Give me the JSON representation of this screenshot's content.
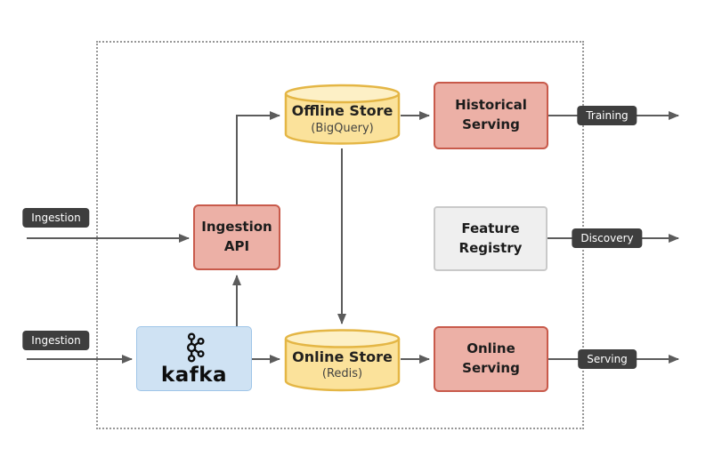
{
  "diagram": {
    "type": "feature-store-architecture-flow",
    "nodes": {
      "ingestion_api": {
        "line1": "Ingestion",
        "line2": "API"
      },
      "kafka": {
        "label": "kafka"
      },
      "offline_store": {
        "title": "Offline Store",
        "subtitle": "(BigQuery)"
      },
      "online_store": {
        "title": "Online Store",
        "subtitle": "(Redis)"
      },
      "historical_serving": {
        "line1": "Historical",
        "line2": "Serving"
      },
      "feature_registry": {
        "line1": "Feature",
        "line2": "Registry"
      },
      "online_serving": {
        "line1": "Online",
        "line2": "Serving"
      }
    },
    "flow_labels": {
      "ingestion_top": "Ingestion",
      "ingestion_bottom": "Ingestion",
      "training": "Training",
      "discovery": "Discovery",
      "serving": "Serving"
    },
    "edges": [
      {
        "from": "external-left",
        "to": "ingestion_api",
        "label": "Ingestion"
      },
      {
        "from": "external-left",
        "to": "kafka",
        "label": "Ingestion"
      },
      {
        "from": "kafka",
        "to": "ingestion_api"
      },
      {
        "from": "kafka",
        "to": "online_store"
      },
      {
        "from": "ingestion_api",
        "to": "offline_store"
      },
      {
        "from": "offline_store",
        "to": "online_store"
      },
      {
        "from": "offline_store",
        "to": "historical_serving"
      },
      {
        "from": "online_store",
        "to": "online_serving"
      },
      {
        "from": "historical_serving",
        "to": "external-right",
        "label": "Training"
      },
      {
        "from": "feature_registry",
        "to": "external-right",
        "label": "Discovery"
      },
      {
        "from": "online_serving",
        "to": "external-right",
        "label": "Serving"
      }
    ],
    "colors": {
      "salmon_fill": "#ECB0A6",
      "salmon_border": "#C85A4B",
      "yellow_fill": "#FBE29B",
      "yellow_top_fill": "#FDF0C6",
      "yellow_border": "#E4B645",
      "blue_fill": "#CFE2F3",
      "blue_border": "#9FC5E8",
      "gray_fill": "#EFEFEF",
      "gray_border": "#C9C9C9",
      "pill_bg": "#3E3E3E",
      "pill_text": "#FFFFFF",
      "arrow": "#5C5C5C",
      "frame_dotted": "#979797"
    }
  }
}
